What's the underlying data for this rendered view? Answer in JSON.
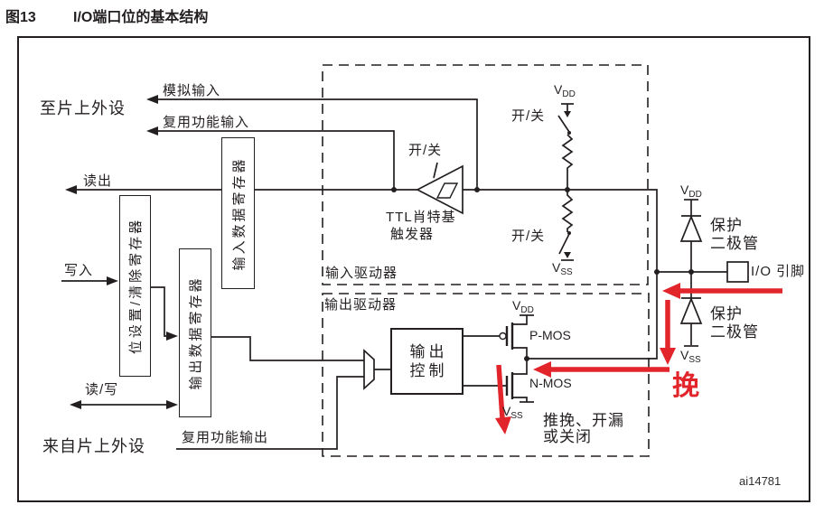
{
  "figure": {
    "number": "图13",
    "title": "I/O端口位的基本结构",
    "watermark": "ai14781"
  },
  "io": {
    "to_peripherals": "至片上外设",
    "from_peripherals": "来自片上外设",
    "analog_input": "模拟输入",
    "alt_func_input": "复用功能输入",
    "read": "读出",
    "write": "写入",
    "read_write": "读/写",
    "alt_func_output": "复用功能输出"
  },
  "registers": {
    "input_data": "输入数据寄存器",
    "bit_set_reset": "位设置/清除寄存器",
    "output_data": "输出数据寄存器"
  },
  "drivers": {
    "input": "输入驱动器",
    "output": "输出驱动器"
  },
  "input_stage": {
    "on_off": "开/关",
    "schmitt_name": "TTL肖特基",
    "schmitt_name2": "触发器"
  },
  "output_stage": {
    "control_top": "输出",
    "control_bottom": "控制",
    "pmos": "P-MOS",
    "nmos": "N-MOS",
    "mode_line1": "推挽、开漏",
    "mode_line2": "或关闭"
  },
  "pin": {
    "label": "I/O 引脚",
    "protect1": "保护",
    "protect2": "二极管"
  },
  "power": {
    "v": "V",
    "dd": "DD",
    "ss": "SS"
  },
  "annotation": {
    "char": "挽"
  },
  "colors": {
    "line": "#231f20",
    "annotation_red": "#e2252b",
    "background": "#ffffff"
  }
}
